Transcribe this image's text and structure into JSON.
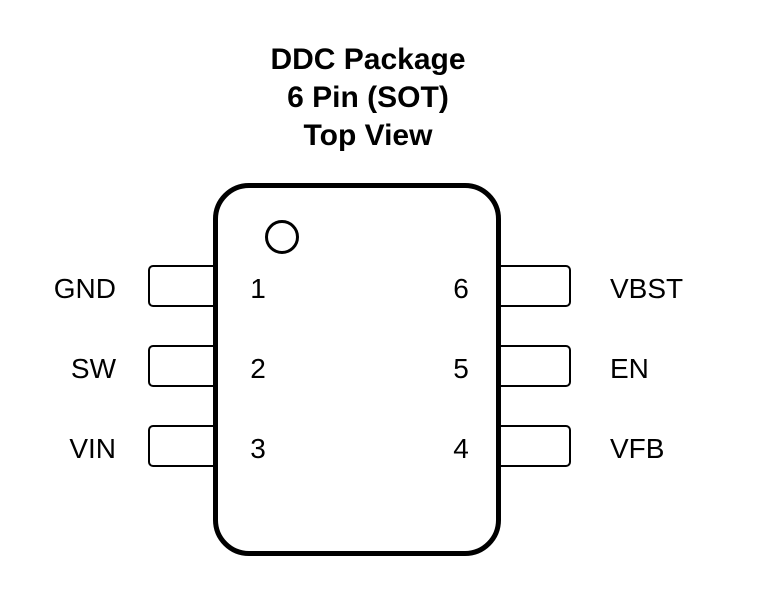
{
  "title": {
    "line1": "DDC Package",
    "line2": "6 Pin (SOT)",
    "line3": "Top View"
  },
  "pins": {
    "left": [
      {
        "number": "1",
        "name": "GND"
      },
      {
        "number": "2",
        "name": "SW"
      },
      {
        "number": "3",
        "name": "VIN"
      }
    ],
    "right": [
      {
        "number": "6",
        "name": "VBST"
      },
      {
        "number": "5",
        "name": "EN"
      },
      {
        "number": "4",
        "name": "VFB"
      }
    ]
  }
}
